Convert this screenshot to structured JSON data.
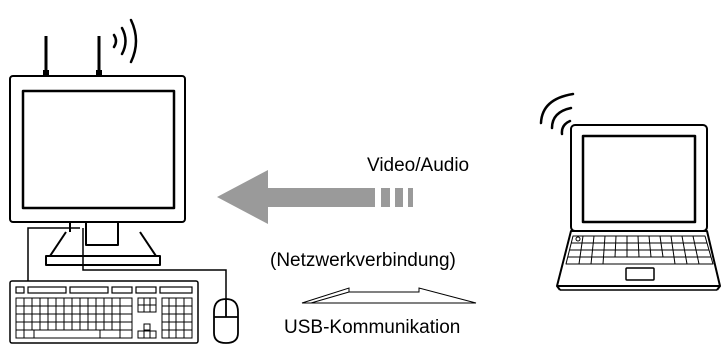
{
  "labels": {
    "video_audio": "Video/Audio",
    "network": "(Netzwerkverbindung)",
    "usb": "USB-Kommunikation"
  },
  "colors": {
    "stroke": "#000000",
    "arrow_fill": "#9a9a9a",
    "background": "#ffffff"
  },
  "icons": [
    "monitor-with-antennas-icon",
    "wifi-signal-icon",
    "keyboard-icon",
    "mouse-icon",
    "laptop-icon",
    "streaming-arrow-icon",
    "double-headed-arrow-icon"
  ]
}
